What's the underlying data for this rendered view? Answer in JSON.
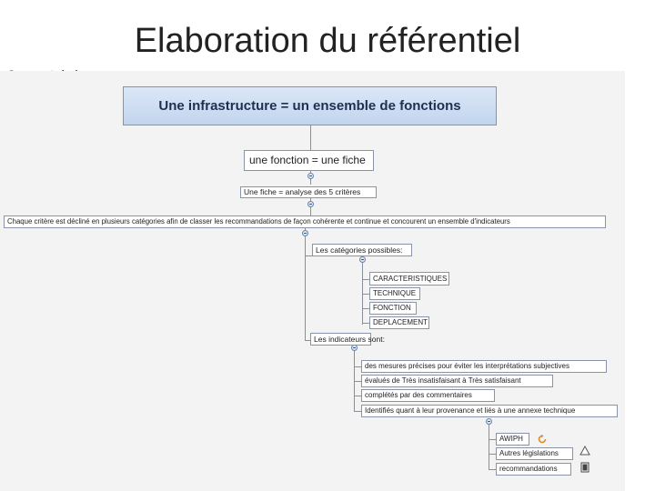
{
  "slide": {
    "title": "Elaboration du référentiel",
    "subtitle": "Concept de base"
  },
  "mindmap": {
    "root": "Une infrastructure = un ensemble de fonctions",
    "fonction": "une fonction = une fiche",
    "fiche": "Une fiche = analyse des 5 critères",
    "critere": "Chaque critère est décliné en plusieurs catégories afin de classer les recommandations de façon cohérente et continue et concourent un ensemble d'indicateurs",
    "categories": {
      "label": "Les catégories possibles:",
      "items": [
        "CARACTERISTIQUES",
        "TECHNIQUE",
        "FONCTION",
        "DEPLACEMENT"
      ]
    },
    "indicateurs": {
      "label": "Les indicateurs sont:",
      "items": [
        "des mesures précises pour éviter les interprétations subjectives",
        "évalués de Très insatisfaisant à Très satisfaisant",
        "complétés par des commentaires",
        "Identifiés quant à leur provenance et liés à une annexe technique"
      ]
    },
    "annexe": {
      "items": [
        "AWIPH",
        "Autres législations",
        "recommandations"
      ]
    }
  },
  "icons": [
    "refresh-icon",
    "warning-triangle-icon",
    "document-icon"
  ],
  "colors": {
    "root_fill": "#c2d5ee",
    "canvas": "#f3f3f4",
    "connector": "#8a8f99"
  }
}
